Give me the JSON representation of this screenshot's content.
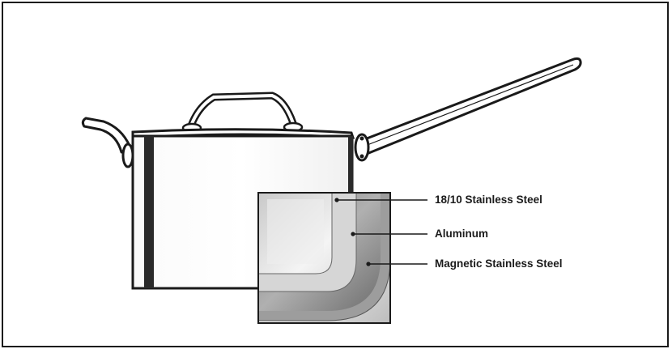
{
  "labels": {
    "layer1": "18/10 Stainless Steel",
    "layer2": "Aluminum",
    "layer3": "Magnetic Stainless Steel"
  },
  "colors": {
    "outline": "#1a1a1a",
    "steel_light": "#e6e6e6",
    "steel_mid": "#b8b8b8",
    "aluminum": "#8e8e8e",
    "dark_band": "#2a2a2a"
  }
}
